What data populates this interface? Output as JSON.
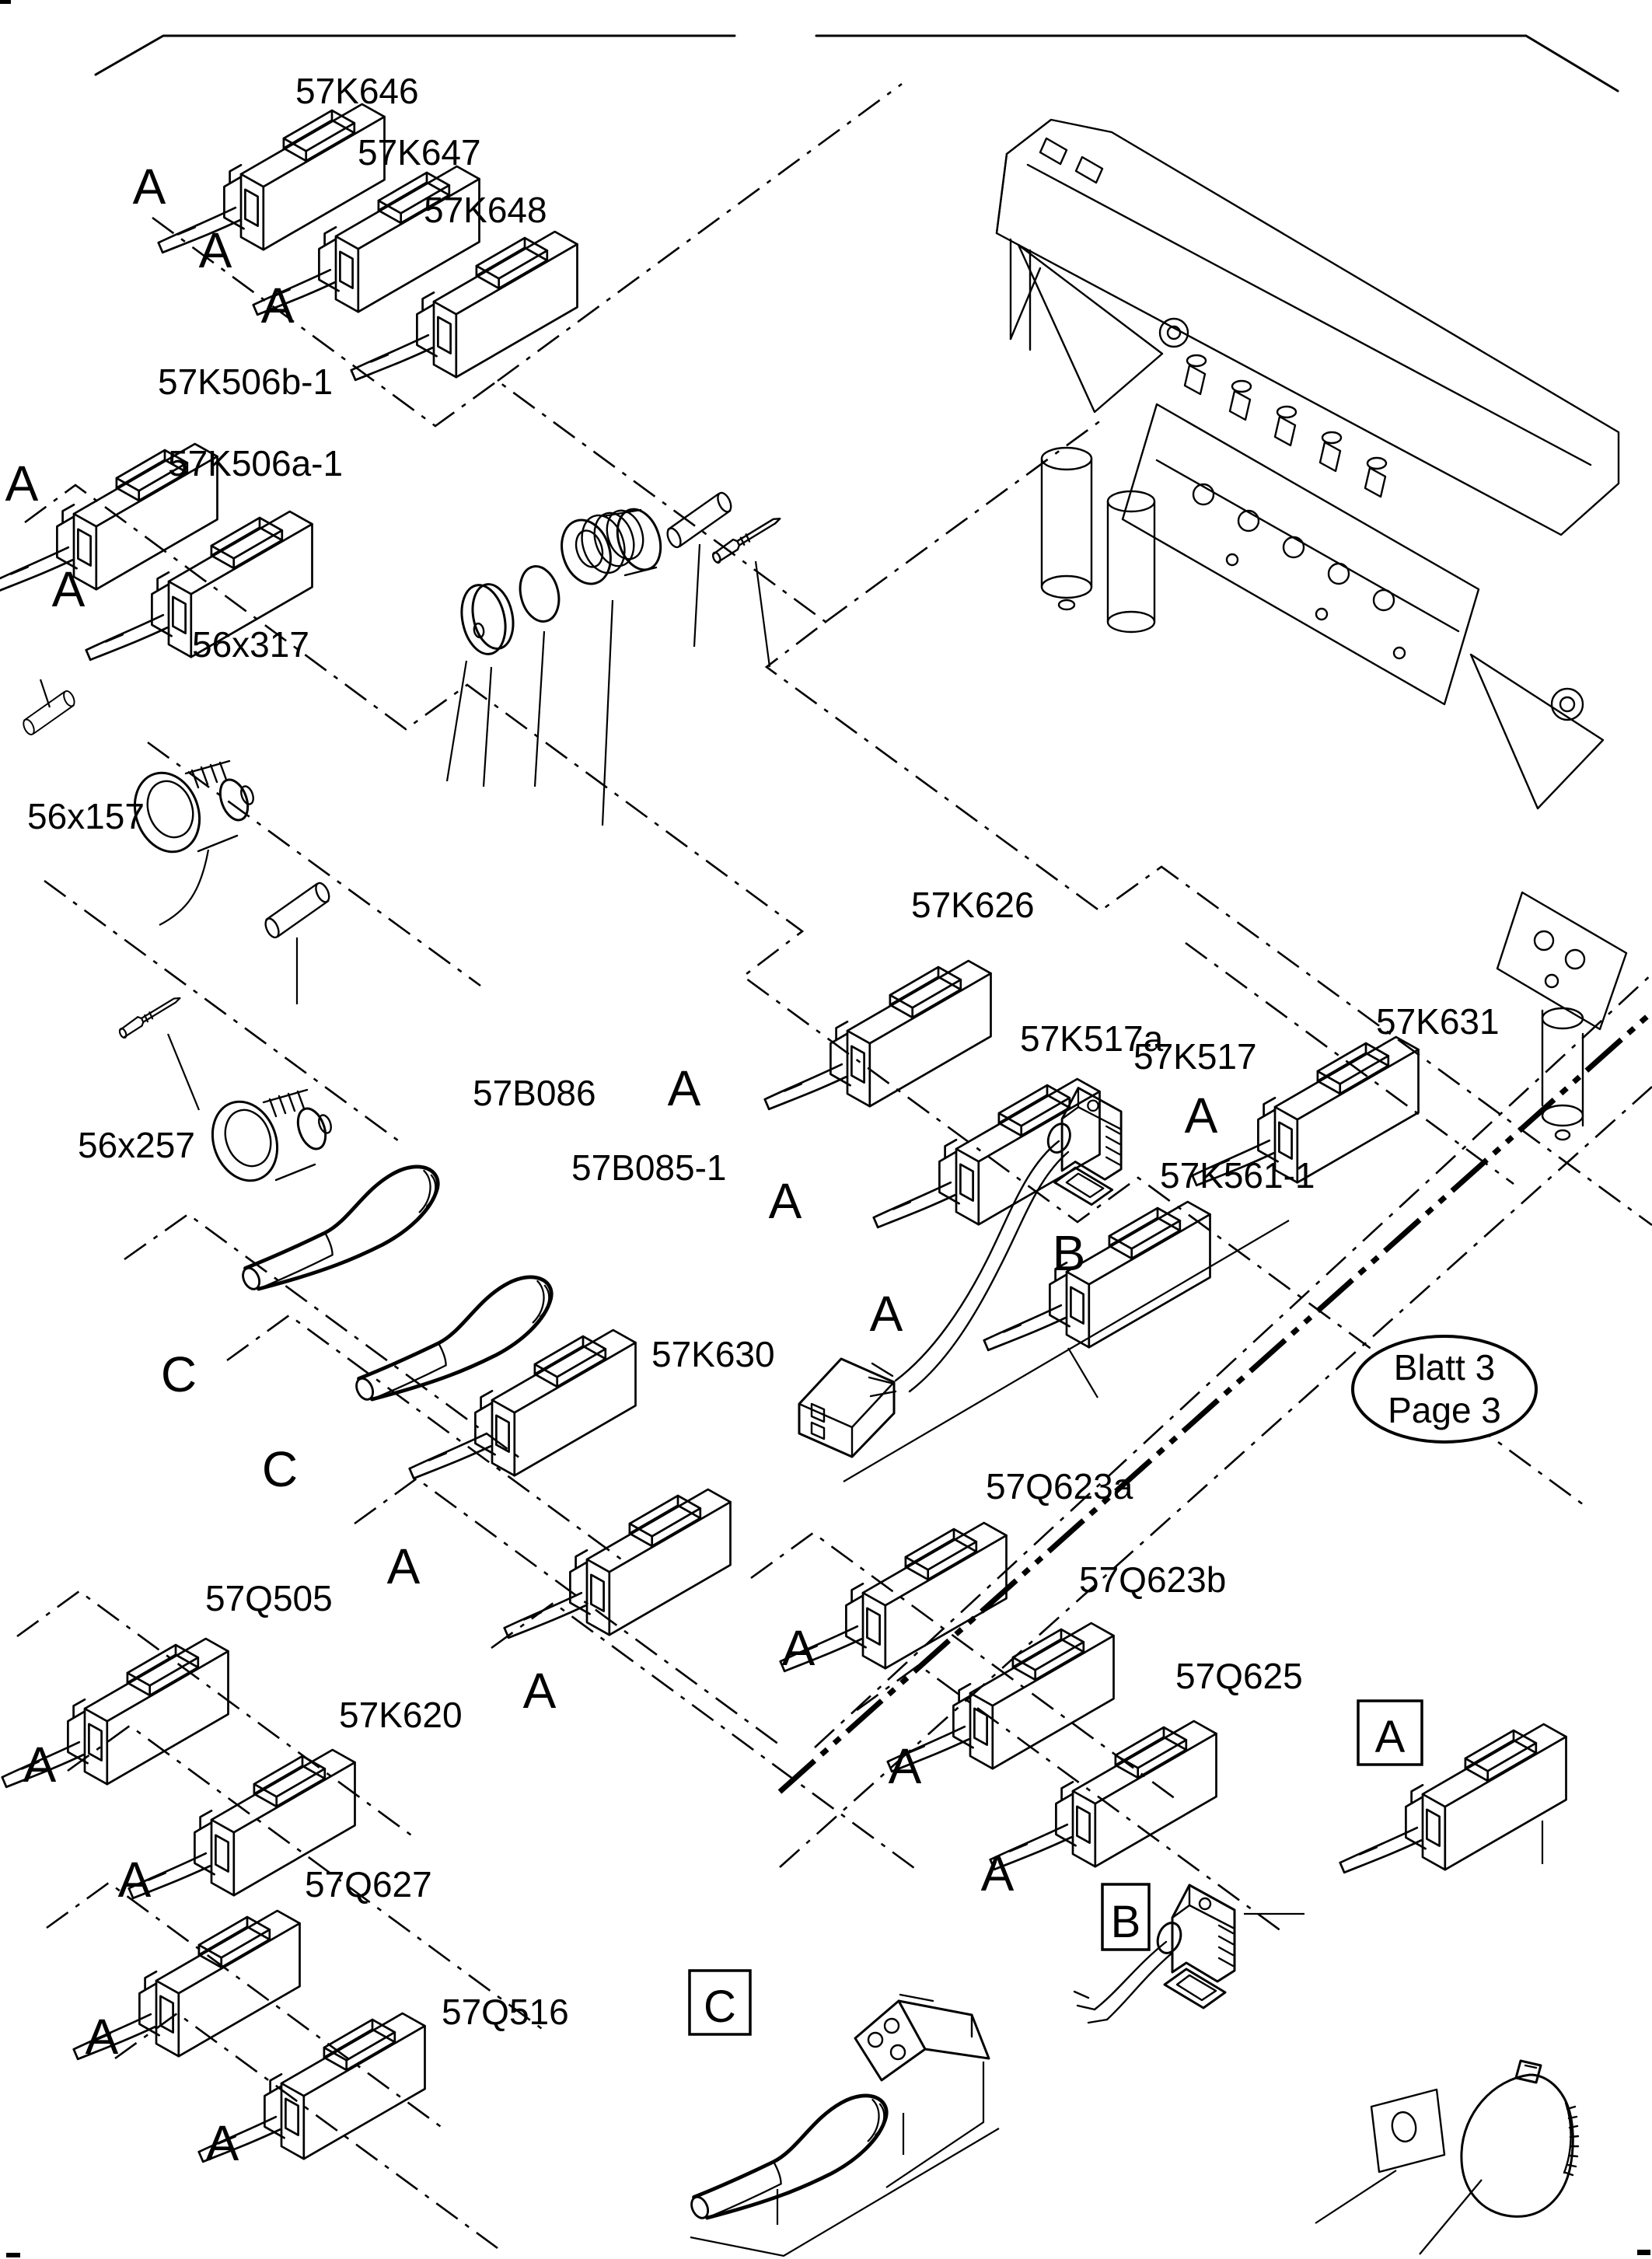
{
  "parts": {
    "k646": "57K646",
    "k647": "57K647",
    "k648": "57K648",
    "k506b": "57K506b-1",
    "k506a": "57K506a-1",
    "x317": "56x317",
    "x157": "56x157",
    "x257": "56x257",
    "k626": "57K626",
    "k517a": "57K517a",
    "k517": "57K517",
    "k631": "57K631",
    "b086": "57B086",
    "b085": "57B085-1",
    "k630": "57K630",
    "k561": "57K561-1",
    "q623a": "57Q623a",
    "q623b": "57Q623b",
    "q625": "57Q625",
    "q505": "57Q505",
    "k620": "57K620",
    "q627": "57Q627",
    "q516": "57Q516"
  },
  "markers": {
    "a": "A",
    "b": "B",
    "c": "C"
  },
  "legend": {
    "a": "A",
    "b": "B",
    "c": "C"
  },
  "callout": {
    "line1": "Blatt 3",
    "line2": "Page 3"
  },
  "colors": {
    "ink": "#000000",
    "paper": "#ffffff"
  }
}
